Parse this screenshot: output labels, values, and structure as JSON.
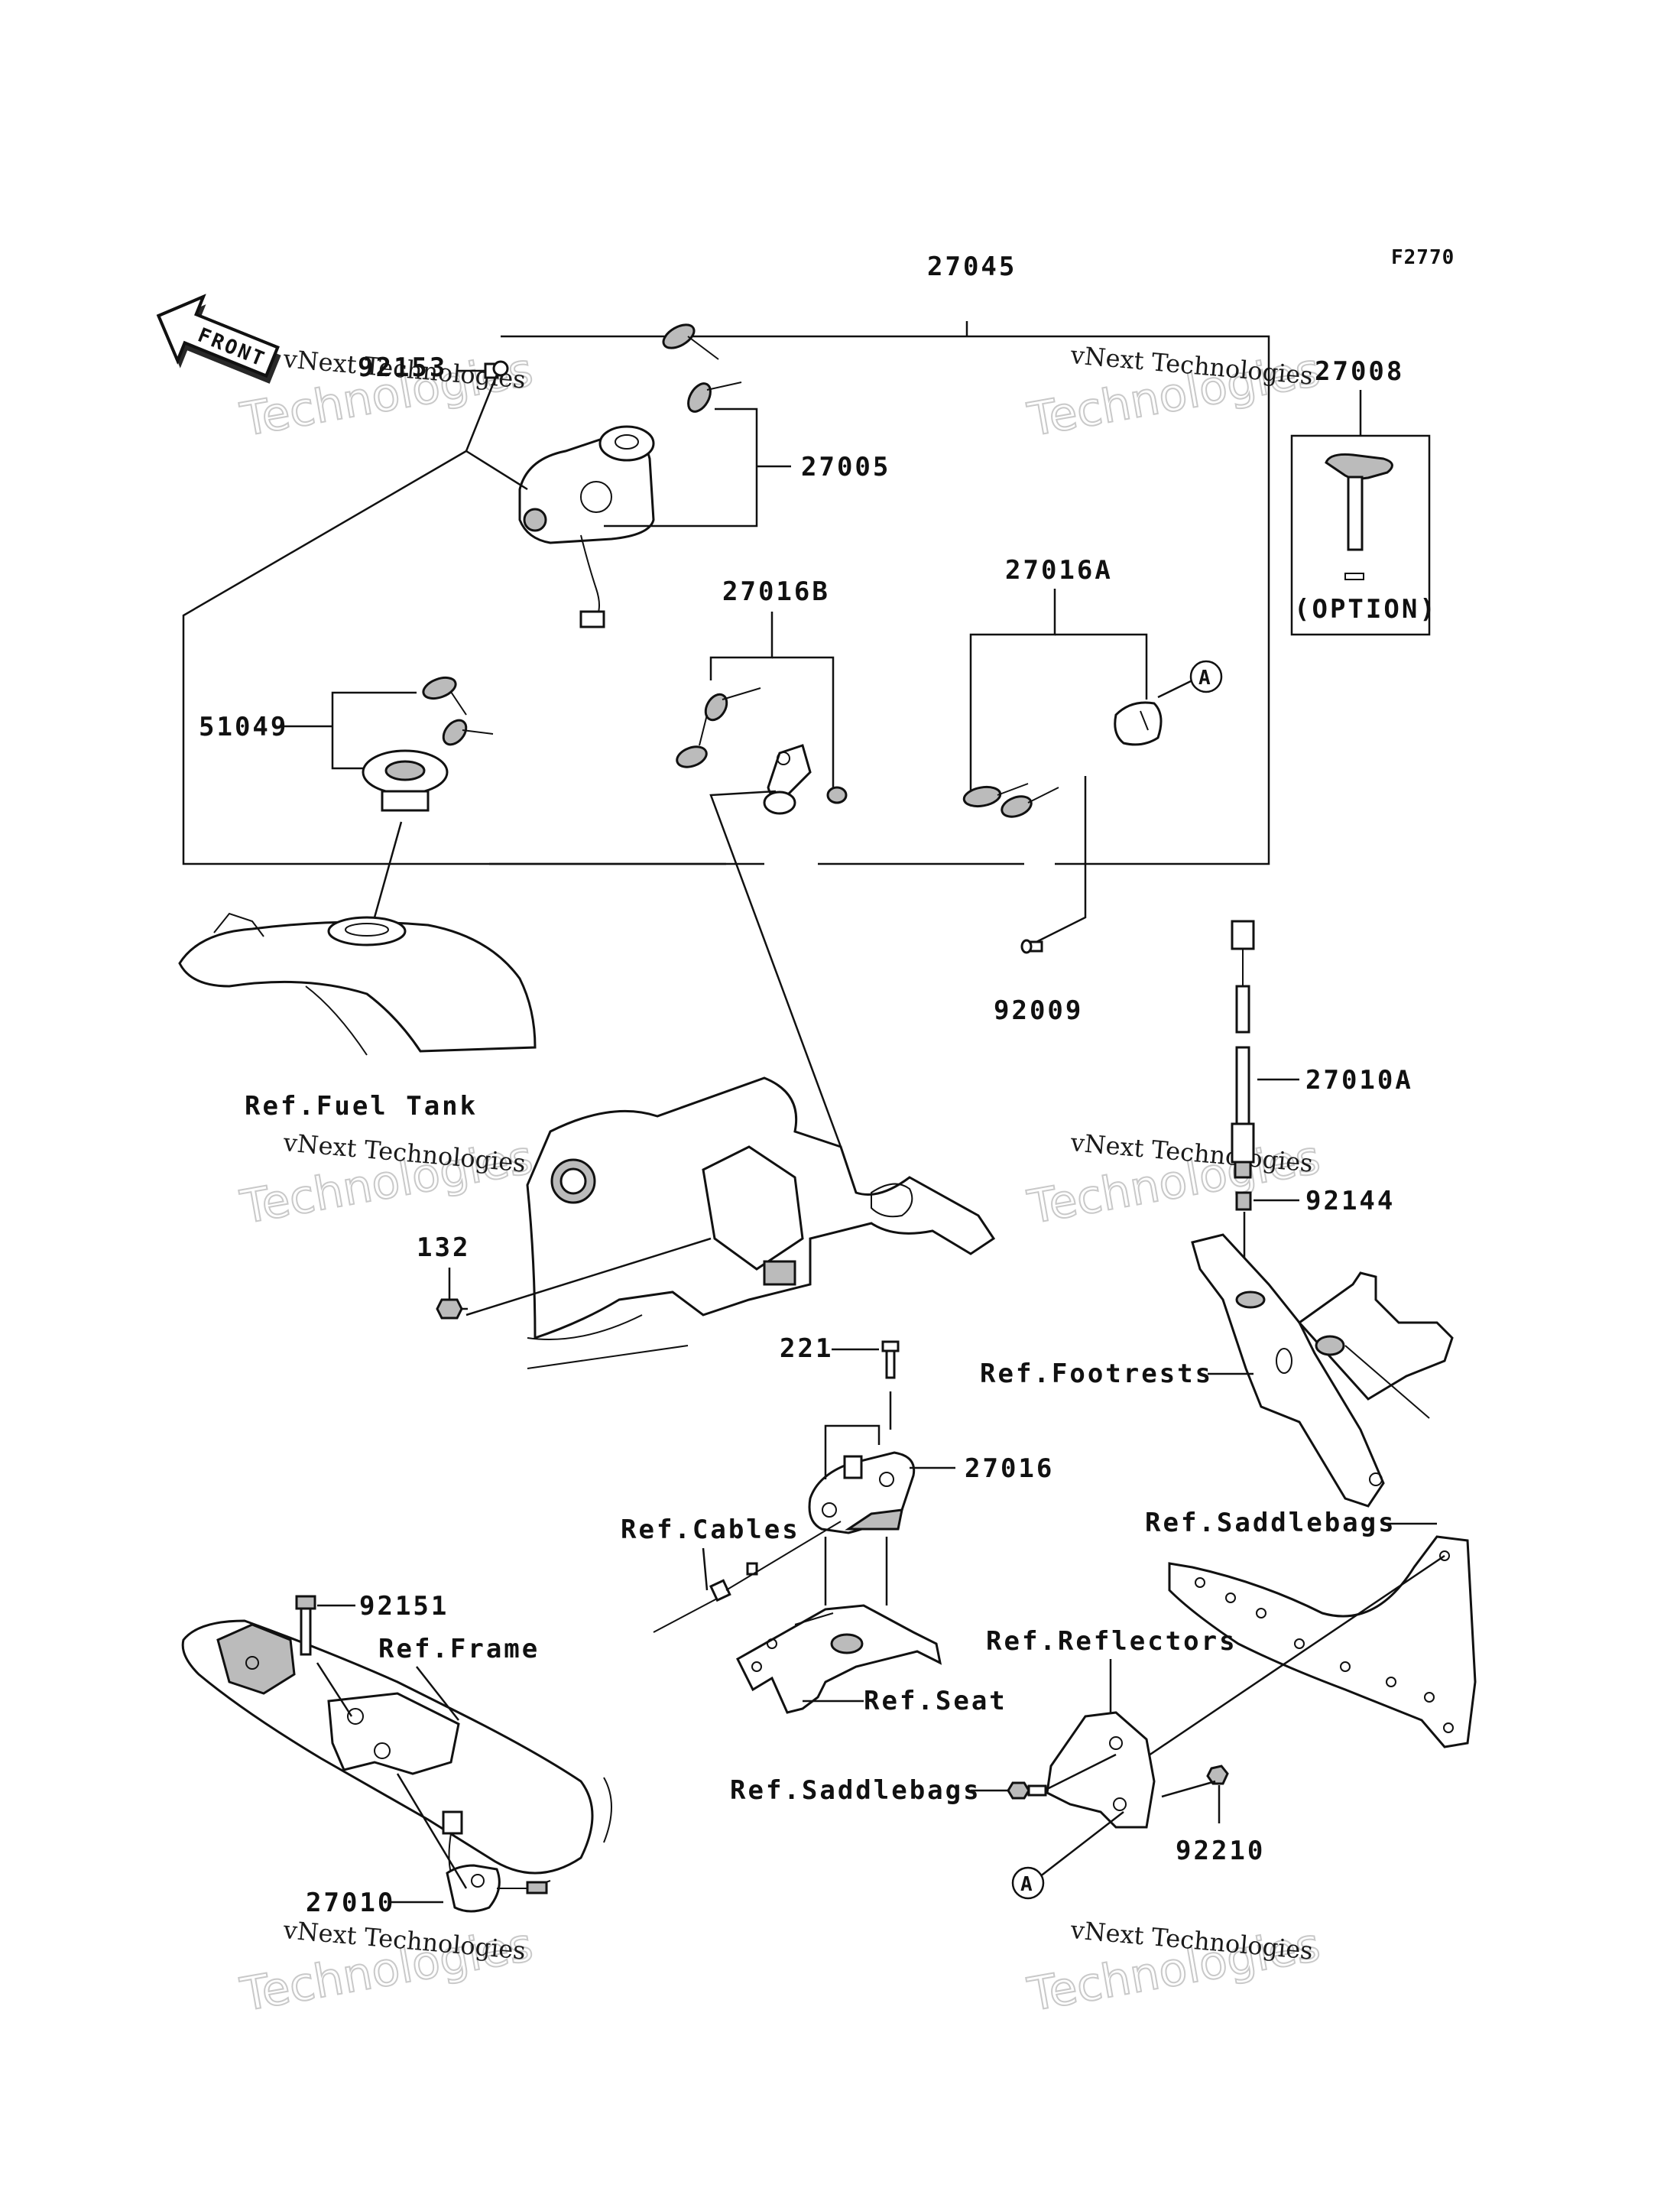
{
  "figure_code": "F2770",
  "front_marker": "FRONT",
  "option_note": "(OPTION)",
  "callout_letter": "A",
  "watermark": {
    "line1": "vNext Technologies",
    "line2": "Technologies"
  },
  "parts": {
    "p27045": "27045",
    "p27008": "27008",
    "p92153": "92153",
    "p27005": "27005",
    "p27016B": "27016B",
    "p27016A": "27016A",
    "p51049": "51049",
    "p92009": "92009",
    "p27010A": "27010A",
    "p92144": "92144",
    "p132": "132",
    "p221": "221",
    "p27016": "27016",
    "p92151": "92151",
    "p27010": "27010",
    "p92210": "92210"
  },
  "references": {
    "fuel_tank": "Ref.Fuel Tank",
    "footrests": "Ref.Footrests",
    "cables": "Ref.Cables",
    "saddlebags_top": "Ref.Saddlebags",
    "frame": "Ref.Frame",
    "reflectors": "Ref.Reflectors",
    "seat": "Ref.Seat",
    "saddlebags_bottom": "Ref.Saddlebags"
  }
}
